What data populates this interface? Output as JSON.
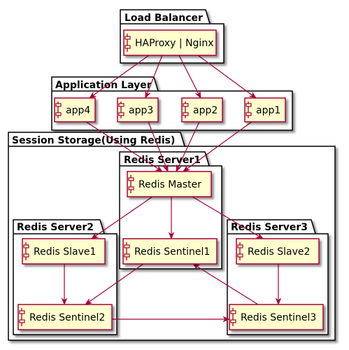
{
  "packages": {
    "load_balancer": "Load Balancer",
    "application_layer": "Application Layer",
    "session_storage": "Session Storage(Using Redis)",
    "redis_server1": "Redis Server1",
    "redis_server2": "Redis Server2",
    "redis_server3": "Redis Server3"
  },
  "components": {
    "haproxy": "HAProxy | Nginx",
    "app4": "app4",
    "app3": "app3",
    "app2": "app2",
    "app1": "app1",
    "redis_master": "Redis Master",
    "redis_sentinel1": "Redis Sentinel1",
    "redis_slave1": "Redis Slave1",
    "redis_sentinel2": "Redis Sentinel2",
    "redis_slave2": "Redis Slave2",
    "redis_sentinel3": "Redis Sentinel3"
  },
  "edges": [
    {
      "from": "haproxy",
      "to": "app4"
    },
    {
      "from": "haproxy",
      "to": "app3"
    },
    {
      "from": "haproxy",
      "to": "app2"
    },
    {
      "from": "haproxy",
      "to": "app1"
    },
    {
      "from": "app4",
      "to": "redis_master"
    },
    {
      "from": "app3",
      "to": "redis_master"
    },
    {
      "from": "app2",
      "to": "redis_master"
    },
    {
      "from": "app1",
      "to": "redis_master"
    },
    {
      "from": "redis_master",
      "to": "redis_slave1"
    },
    {
      "from": "redis_master",
      "to": "redis_sentinel1"
    },
    {
      "from": "redis_master",
      "to": "redis_slave2"
    },
    {
      "from": "redis_slave1",
      "to": "redis_sentinel2"
    },
    {
      "from": "redis_sentinel1",
      "to": "redis_sentinel2"
    },
    {
      "from": "redis_sentinel2",
      "to": "redis_sentinel3"
    },
    {
      "from": "redis_slave2",
      "to": "redis_sentinel3"
    },
    {
      "from": "redis_sentinel3",
      "to": "redis_sentinel1"
    }
  ],
  "colors": {
    "component_fill": "#FEFECE",
    "component_stroke": "#A80036",
    "edge": "#A80036",
    "package_fill": "#FFFFFF",
    "package_stroke": "#000000"
  }
}
